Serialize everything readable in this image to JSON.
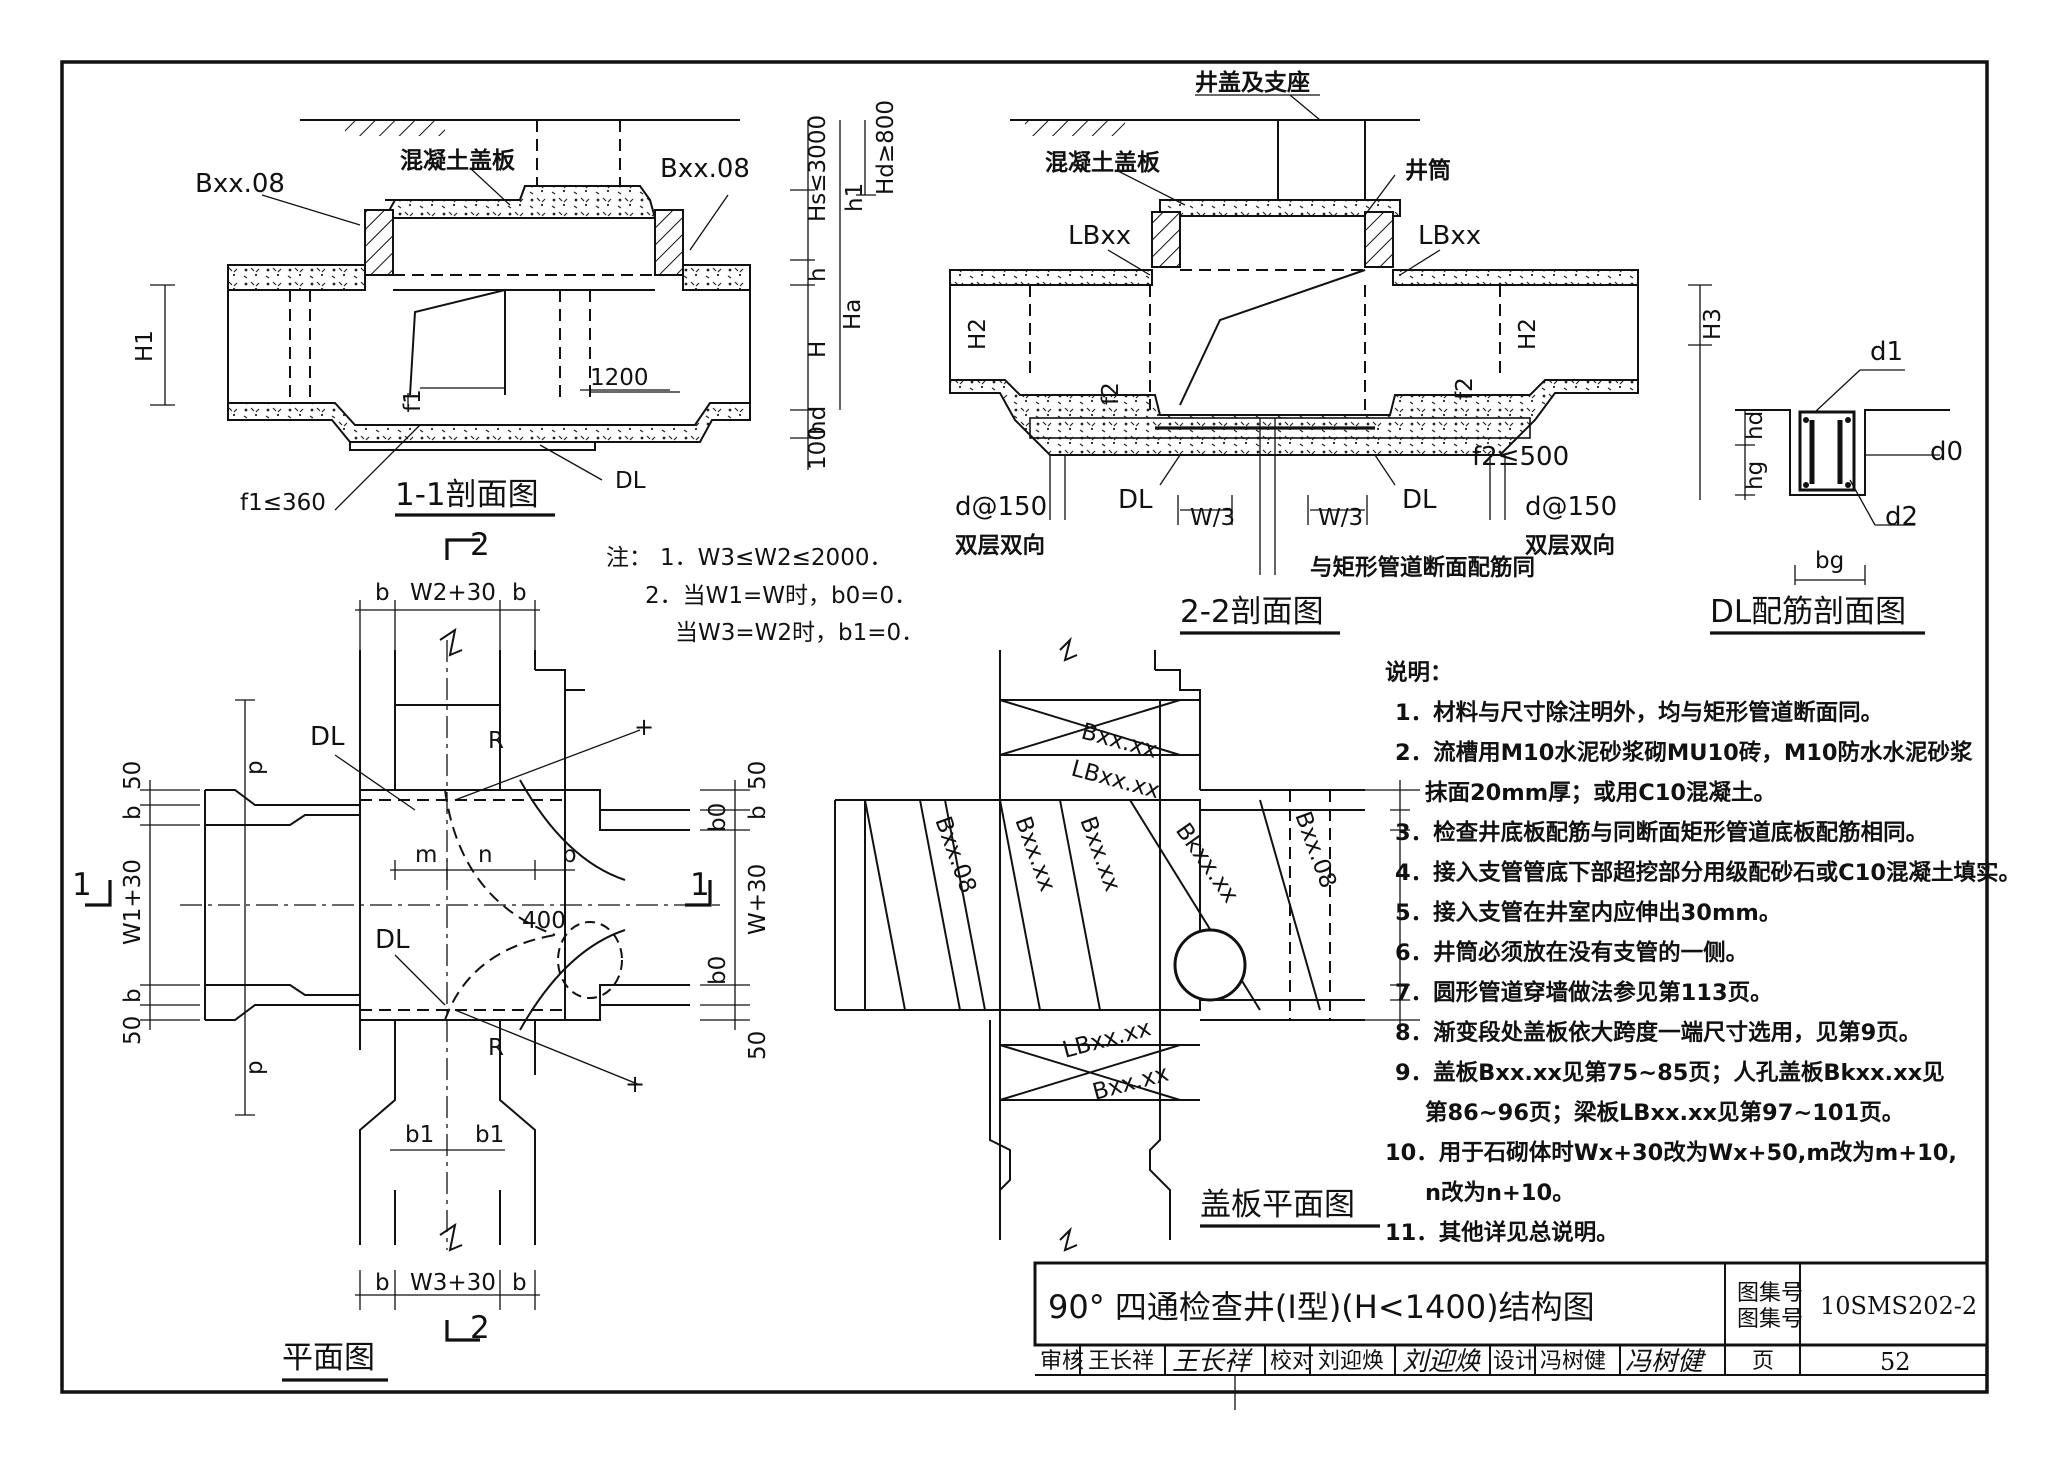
{
  "section_1_1": {
    "title": "1-1剖面图",
    "cover_plate": "混凝土盖板",
    "plate_left": "Bxx.08",
    "plate_right": "Bxx.08",
    "dim_hs": "Hs≤3000",
    "dim_hd": "Hd≥800",
    "dim_h1": "h1",
    "dim_h": "h",
    "dim_H": "H",
    "dim_Ha": "Ha",
    "dim_hd_small": "hd",
    "dim_100": "100",
    "dim_H1": "H1",
    "dim_1200": "1200",
    "dim_f1": "f1",
    "f1_limit": "f1≤360",
    "dl": "DL"
  },
  "section_2_2": {
    "title": "2-2剖面图",
    "cover_seat": "井盖及支座",
    "cover_plate": "混凝土盖板",
    "shaft": "井筒",
    "lb_left": "LBxx",
    "lb_right": "LBxx",
    "dim_H2_left": "H2",
    "dim_H2_right": "H2",
    "dim_f2_left": "f2",
    "dim_f2_right": "f2",
    "f2_limit": "f2≤500",
    "rebar_left": "d@150",
    "rebar_right": "d@150",
    "double_left": "双层双向",
    "double_right": "双层双向",
    "dl_left": "DL",
    "dl_right": "DL",
    "w3_left": "W/3",
    "w3_right": "W/3",
    "same_rebar": "与矩形管道断面配筋同"
  },
  "dl_detail": {
    "title": "DL配筋剖面图",
    "d1": "d1",
    "d0": "d0",
    "d2": "d2",
    "hd": "hd",
    "hg": "hg",
    "bg": "bg",
    "H3": "H3"
  },
  "plan": {
    "title": "平面图",
    "top_w": "W2+30",
    "bottom_w": "W3+30",
    "b": "b",
    "b0": "b0",
    "b1": "b1",
    "m": "m",
    "n": "n",
    "p": "p",
    "R": "R",
    "dl": "DL",
    "dim_50": "50",
    "dim_400": "400",
    "left_w": "W1+30",
    "right_w": "W+30",
    "sec1": "1",
    "sec2": "2"
  },
  "cover_plan": {
    "title": "盖板平面图",
    "labels": [
      "Bxx.xx",
      "LBxx.xx",
      "Bxx.08",
      "Bxx.xx",
      "Bxx.xx",
      "Bkxx.xx",
      "Bxx.08",
      "LBxx.xx",
      "Bxx.xx"
    ],
    "dim_50": "50",
    "b": "b",
    "b0": "b0",
    "right_w": "W+30"
  },
  "top_notes": {
    "prefix": "注：",
    "l1": "1．W3≤W2≤2000．",
    "l2": "2．当W1=W时，b0=0．",
    "l3": "当W3=W2时，b1=0．"
  },
  "notes": {
    "heading": "说明：",
    "items": [
      "1．材料与尺寸除注明外，均与矩形管道断面同。",
      "2．流槽用M10水泥砂浆砌MU10砖，M10防水水泥砂浆",
      "抹面20mm厚；或用C10混凝土。",
      "3．检查井底板配筋与同断面矩形管道底板配筋相同。",
      "4．接入支管管底下部超挖部分用级配砂石或C10混凝土填实。",
      "5．接入支管在井室内应伸出30mm。",
      "6．井筒必须放在没有支管的一侧。",
      "7．圆形管道穿墙做法参见第113页。",
      "8．渐变段处盖板依大跨度一端尺寸选用，见第9页。",
      "9．盖板Bxx.xx见第75~85页；人孔盖板Bkxx.xx见",
      "第86~96页；梁板LBxx.xx见第97~101页。",
      "10．用于石砌体时Wx+30改为Wx+50,m改为m+10,",
      "n改为n+10。",
      "11．其他详见总说明。"
    ]
  },
  "title_block": {
    "title": "90°  四通检查井(Ⅰ型)(H<1400)结构图",
    "atlas_label_1": "图集号",
    "atlas_label_2": "图集号",
    "atlas_no": "10SMS202-2",
    "review_label": "审核",
    "reviewer": "王长祥",
    "reviewer_sig": "王长祥",
    "check_label": "校对",
    "checker": "刘迎焕",
    "checker_sig": "刘迎焕",
    "design_label": "设计",
    "designer": "冯树健",
    "designer_sig": "冯树健",
    "page_label": "页",
    "page_no": "52"
  }
}
